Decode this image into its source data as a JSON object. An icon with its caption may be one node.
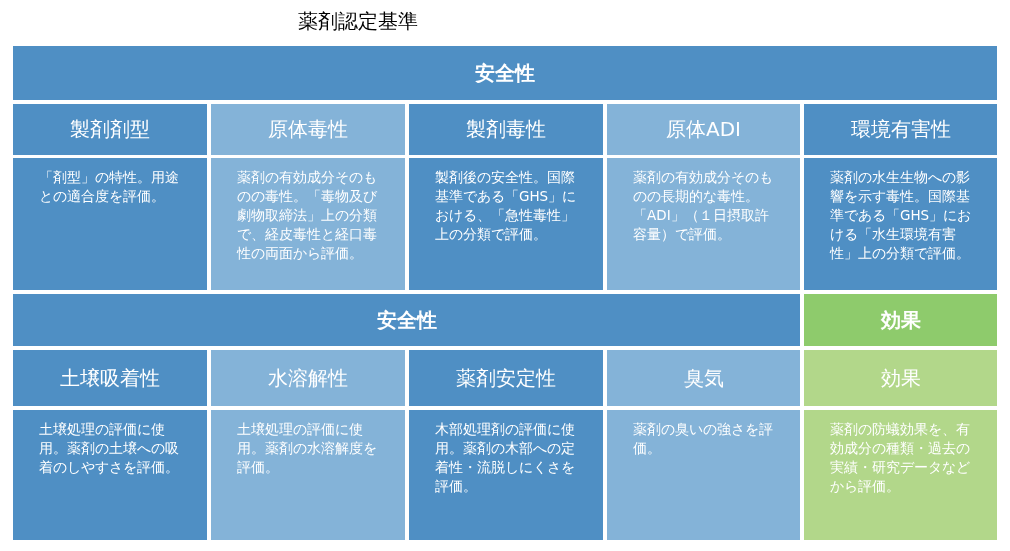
{
  "diagram": {
    "title": "薬剤認定基準",
    "nodes": [
      {
        "text": [
          "安全性"
        ]
      },
      {
        "text": [
          "製剤剤型"
        ]
      },
      {
        "text": [
          "原体毒性"
        ]
      },
      {
        "text": [
          "製剤毒性"
        ]
      },
      {
        "text": [
          "原体ADI"
        ]
      },
      {
        "text": [
          "環境有害性"
        ]
      },
      {
        "text": [
          "「剤型」の特性。用途との適合度を評価。"
        ]
      },
      {
        "text": [
          "薬剤の有効成分そのものの毒性。「毒物及び劇物取締法」上の分類で、経皮毒性と経口毒性の両面から評価。"
        ]
      },
      {
        "text": [
          "製剤後の安全性。国際基準である「GHS」における、「急性毒性」上の分類で評価。"
        ]
      },
      {
        "text": [
          "薬剤の有効成分そのものの長期的な毒性。「ADI」（１日摂取許容量）で評価。"
        ]
      },
      {
        "text": [
          "薬剤の水生生物への影響を示す毒性。国際基準である「GHS」における「水生環境有害性」上の分類で評価。"
        ]
      },
      {
        "text": [
          "安全性"
        ]
      },
      {
        "text": [
          "効果"
        ]
      },
      {
        "text": [
          "土壌吸着性"
        ]
      },
      {
        "text": [
          "水溶解性"
        ]
      },
      {
        "text": [
          "薬剤安定性"
        ]
      },
      {
        "text": [
          "臭気"
        ]
      },
      {
        "text": [
          "効果"
        ]
      },
      {
        "text": [
          "土壌処理の評価に使用。薬剤の土壌への吸着のしやすさを評価。"
        ]
      },
      {
        "text": [
          "土壌処理の評価に使用。薬剤の水溶解度を評価。"
        ]
      },
      {
        "text": [
          "木部処理剤の評価に使用。薬剤の木部への定着性・流脱しにくさを評価。"
        ]
      },
      {
        "text": [
          "薬剤の臭いの強さを評価。"
        ]
      },
      {
        "text": [
          "薬剤の防蟻効果を、有効成分の種類・過去の実績・研究データなどから評価。"
        ]
      }
    ]
  }
}
